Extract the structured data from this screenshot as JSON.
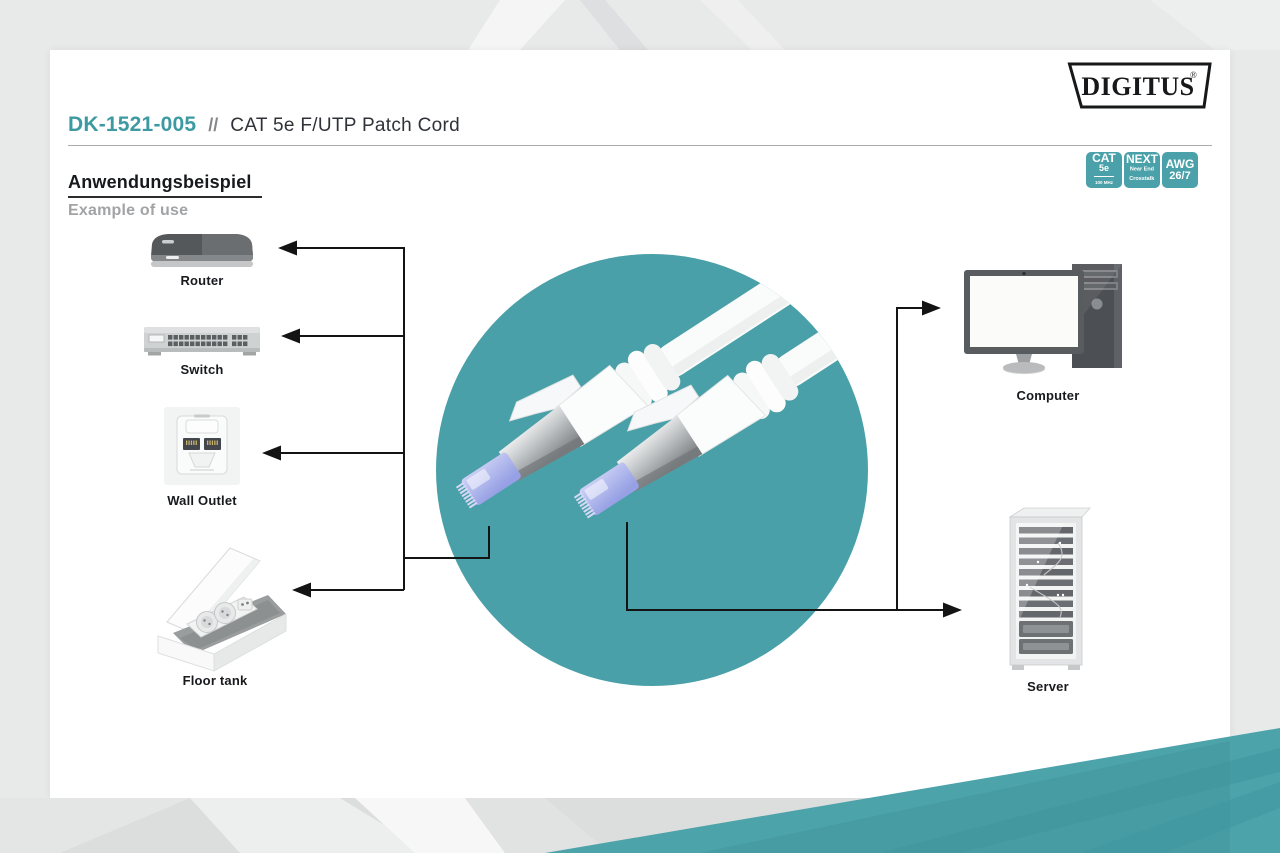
{
  "logo": {
    "text": "DIGITUS",
    "registered": "®"
  },
  "header": {
    "product_code": "DK-1521-005",
    "separator": "//",
    "product_name": "CAT 5e F/UTP Patch Cord"
  },
  "badges": {
    "cat": {
      "big": "CAT",
      "mid": "5e",
      "small": "100 MHz"
    },
    "next": {
      "big": "NEXT",
      "small1": "Near End",
      "small2": "Crosstalk"
    },
    "awg": {
      "big": "AWG",
      "mid": "26/7"
    }
  },
  "section": {
    "title_de": "Anwendungsbeispiel",
    "title_en": "Example of use"
  },
  "devices": {
    "left": [
      {
        "label": "Router"
      },
      {
        "label": "Switch"
      },
      {
        "label": "Wall Outlet"
      },
      {
        "label": "Floor tank"
      }
    ],
    "right": [
      {
        "label": "Computer"
      },
      {
        "label": "Server"
      }
    ]
  },
  "colors": {
    "accent_teal": "#4AA1A9",
    "page_bg": "#E8E9E9",
    "text_dark": "#17191C",
    "text_gray": "#A2A3A5",
    "line_black": "#141414"
  }
}
